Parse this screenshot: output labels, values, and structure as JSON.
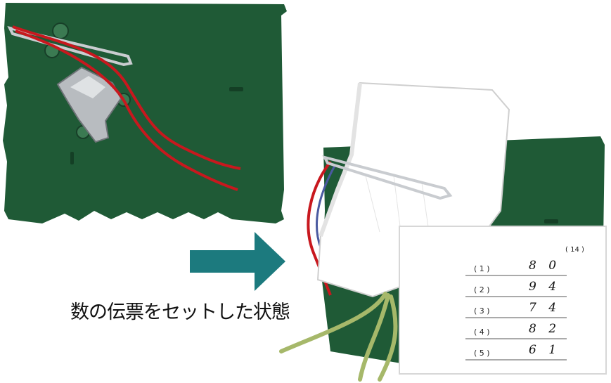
{
  "caption": "数の伝票をセットした状態",
  "slip": {
    "id": "( 14 )",
    "rows": [
      {
        "num": "( 1 )",
        "value": "8 0"
      },
      {
        "num": "( 2 )",
        "value": "9 4"
      },
      {
        "num": "( 3 )",
        "value": "7 4"
      },
      {
        "num": "( 4 )",
        "value": "8 2"
      },
      {
        "num": "( 5 )",
        "value": "6 1"
      }
    ]
  },
  "colors": {
    "board": "#1f5a36",
    "arrow": "#1c7a7e",
    "cord_red": "#c8181e",
    "thread_green": "#a6b86a"
  }
}
